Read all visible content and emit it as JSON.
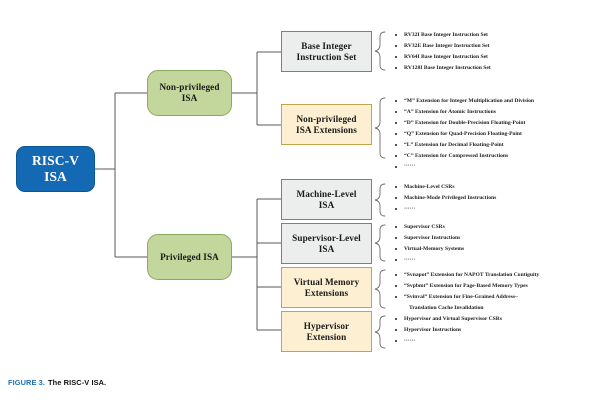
{
  "figure": {
    "caption_number": "FIGURE 3.",
    "caption_text": "The RISC-V ISA.",
    "colors": {
      "root_fill": "#1469b4",
      "branch_fill": "#c3d69b",
      "leaf_gray_fill": "#eceded",
      "leaf_cream_fill": "#fdf0d2",
      "caption_accent": "#1f6fb5",
      "line": "#5a5a5a"
    }
  },
  "root": {
    "label": "RISC-V\nISA",
    "line1": "RISC-V",
    "line2": "ISA"
  },
  "branches": [
    {
      "id": "non-privileged-isa",
      "line1": "Non-privileged",
      "line2": "ISA"
    },
    {
      "id": "privileged-isa",
      "line1": "Privileged ISA",
      "line2": ""
    }
  ],
  "leaves": [
    {
      "id": "base-integer-instruction-set",
      "line1": "Base Integer",
      "line2": "Instruction Set",
      "style": "gray",
      "bullets": [
        "RV32I Base Integer Instruction Set",
        "RV32E Base Integer Instruction Set",
        "RV64I Base Integer Instruction Set",
        "RV128I Base Integer Instruction Set"
      ]
    },
    {
      "id": "non-privileged-isa-extensions",
      "line1": "Non-privileged",
      "line2": "ISA Extensions",
      "style": "cream",
      "bullets": [
        "“M”  Extension for Integer Multiplication and Division",
        "“A”  Extension for Atomic Instructions",
        "“D”  Extension for Double-Precision Floating-Point",
        "“Q”  Extension for Quad-Precision Floating-Point",
        "“L”  Extension for Decimal Floating-Point",
        "“C”  Extension for Compressed Instructions",
        "······"
      ]
    },
    {
      "id": "machine-level-isa",
      "line1": "Machine-Level",
      "line2": "ISA",
      "style": "gray",
      "bullets": [
        "Machine-Level CSRs",
        "Machine-Mode Privileged Instructions",
        "······"
      ]
    },
    {
      "id": "supervisor-level-isa",
      "line1": "Supervisor-Level",
      "line2": "ISA",
      "style": "gray",
      "bullets": [
        "Supervisor CSRs",
        "Supervisor Instructions",
        "Virtual-Memory Systems",
        "······"
      ]
    },
    {
      "id": "virtual-memory-extensions",
      "line1": "Virtual Memory",
      "line2": "Extensions",
      "style": "cream",
      "bullets": [
        "“Svnapot”  Extension for NAPOT Translation Contiguity",
        "“Svpbmt”  Extension for Page-Based Memory Types",
        "“Svinval”  Extension for Fine-Grained Address–",
        "Translation Cache Invalidation"
      ]
    },
    {
      "id": "hypervisor-extension",
      "line1": "Hypervisor",
      "line2": "Extension",
      "style": "cream",
      "bullets": [
        "Hypervisor and Virtual Supervisor CSRs",
        "Hypervisor Instructions",
        "······"
      ]
    }
  ]
}
